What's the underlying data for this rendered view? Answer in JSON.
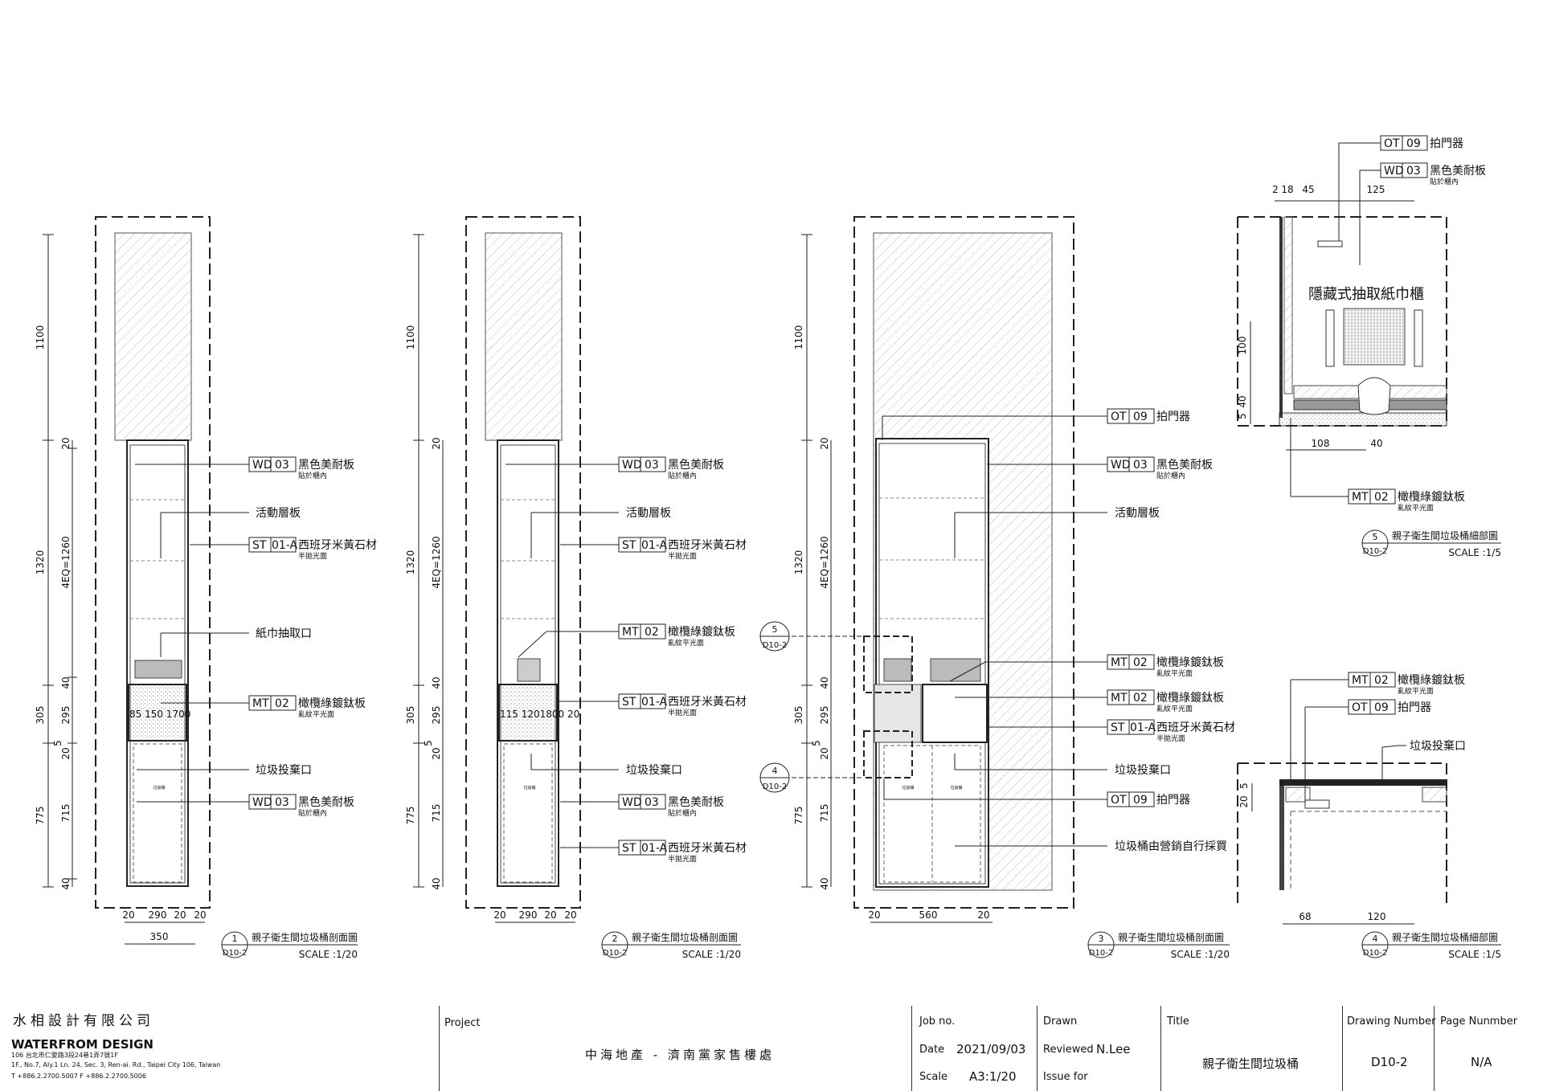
{
  "panels": [
    {
      "heights_outer": [
        "1100",
        "1320",
        "305",
        "775"
      ],
      "heights_inner": [
        "20",
        "4EQ=1260",
        "40",
        "295",
        "5",
        "20",
        "715",
        "40"
      ],
      "widths": [
        "20",
        "290",
        "20",
        "20"
      ],
      "total_width": "350",
      "inline_dims": "85  150 1700",
      "callouts": [
        {
          "code": "WD",
          "num": "03",
          "text": "黑色美耐板",
          "sub": "貼於櫃內"
        },
        {
          "text": "活動層板"
        },
        {
          "code": "ST",
          "num": "01-A",
          "text": "西班牙米黃石材",
          "sub": "半拋光面"
        },
        {
          "text": "紙巾抽取口"
        },
        {
          "code": "MT",
          "num": "02",
          "text": "橄欖綠鍍鈦板",
          "sub": "亂紋平光面"
        },
        {
          "text": "垃圾投棄口"
        },
        {
          "code": "WD",
          "num": "03",
          "text": "黑色美耐板",
          "sub": "貼於櫃內"
        }
      ],
      "label": {
        "num": "1",
        "sheet": "D10-2",
        "title": "親子衛生間垃圾桶剖面圖",
        "scale": "SCALE :1/20"
      }
    },
    {
      "heights_outer": [
        "1100",
        "1320",
        "305",
        "775"
      ],
      "heights_inner": [
        "20",
        "4EQ=1260",
        "40",
        "295",
        "5",
        "20",
        "715",
        "40"
      ],
      "widths": [
        "20",
        "290",
        "20",
        "20"
      ],
      "inline_dims": "115  1201800 20",
      "callouts": [
        {
          "code": "WD",
          "num": "03",
          "text": "黑色美耐板",
          "sub": "貼於櫃內"
        },
        {
          "text": "活動層板"
        },
        {
          "code": "ST",
          "num": "01-A",
          "text": "西班牙米黃石材",
          "sub": "半拋光面"
        },
        {
          "code": "MT",
          "num": "02",
          "text": "橄欖綠鍍鈦板",
          "sub": "亂紋平光面"
        },
        {
          "code": "ST",
          "num": "01-A",
          "text": "西班牙米黃石材",
          "sub": "半拋光面"
        },
        {
          "text": "垃圾投棄口"
        },
        {
          "code": "WD",
          "num": "03",
          "text": "黑色美耐板",
          "sub": "貼於櫃內"
        },
        {
          "code": "ST",
          "num": "01-A",
          "text": "西班牙米黃石材",
          "sub": "半拋光面"
        }
      ],
      "label": {
        "num": "2",
        "sheet": "D10-2",
        "title": "親子衛生間垃圾桶剖面圖",
        "scale": "SCALE :1/20"
      }
    },
    {
      "heights_outer": [
        "1100",
        "1320",
        "305",
        "775"
      ],
      "heights_inner": [
        "20",
        "4EQ=1260",
        "40",
        "295",
        "5",
        "20",
        "715",
        "40"
      ],
      "widths": [
        "20",
        "560",
        "20"
      ],
      "callouts": [
        {
          "code": "OT",
          "num": "09",
          "text": "拍門器"
        },
        {
          "code": "WD",
          "num": "03",
          "text": "黑色美耐板",
          "sub": "貼於櫃內"
        },
        {
          "text": "活動層板"
        },
        {
          "code": "MT",
          "num": "02",
          "text": "橄欖綠鍍鈦板",
          "sub": "亂紋平光面"
        },
        {
          "code": "MT",
          "num": "02",
          "text": "橄欖綠鍍鈦板",
          "sub": "亂紋平光面"
        },
        {
          "code": "ST",
          "num": "01-A",
          "text": "西班牙米黃石材",
          "sub": "半拋光面"
        },
        {
          "text": "垃圾投棄口"
        },
        {
          "code": "OT",
          "num": "09",
          "text": "拍門器"
        },
        {
          "text": "垃圾桶由營銷自行採買"
        }
      ],
      "detail_refs": [
        {
          "num": "5",
          "sheet": "D10-2"
        },
        {
          "num": "4",
          "sheet": "D10-2"
        }
      ],
      "label": {
        "num": "3",
        "sheet": "D10-2",
        "title": "親子衛生間垃圾桶剖面圖",
        "scale": "SCALE :1/20"
      }
    }
  ],
  "detail5": {
    "callouts": [
      {
        "code": "OT",
        "num": "09",
        "text": "拍門器"
      },
      {
        "code": "WD",
        "num": "03",
        "text": "黑色美耐板",
        "sub": "貼於櫃內"
      },
      {
        "code": "MT",
        "num": "02",
        "text": "橄欖綠鍍鈦板",
        "sub": "亂紋平光面"
      }
    ],
    "top_dims": [
      "2",
      "18",
      "45",
      "125"
    ],
    "side_dims": [
      "100",
      "5",
      "40"
    ],
    "bottom_dims": [
      "108",
      "40"
    ],
    "center_text": "隱藏式抽取紙巾櫃",
    "label": {
      "num": "5",
      "sheet": "D10-2",
      "title": "親子衛生間垃圾桶細部圖",
      "scale": "SCALE :1/5"
    }
  },
  "detail4": {
    "callouts": [
      {
        "code": "MT",
        "num": "02",
        "text": "橄欖綠鍍鈦板",
        "sub": "亂紋平光面"
      },
      {
        "code": "OT",
        "num": "09",
        "text": "拍門器"
      },
      {
        "text": "垃圾投棄口"
      }
    ],
    "side_dims": [
      "5",
      "20"
    ],
    "bottom_dims": [
      "68",
      "120"
    ],
    "label": {
      "num": "4",
      "sheet": "D10-2",
      "title": "親子衛生間垃圾桶細部圖",
      "scale": "SCALE :1/5"
    }
  },
  "title_block": {
    "company_cn": "水相設計有限公司",
    "company_en": "WATERFROM DESIGN",
    "address_cn": "106 台北市仁愛路3段24巷1弄7號1F",
    "address_en": "1F., No.7, Aly.1 Ln. 24, Sec. 3, Ren-ai. Rd., Taipei City 106, Taiwan",
    "phone": "T +886.2.2700.5007  F +886.2.2700.5006",
    "project_label": "Project",
    "project_name": "中海地產 - 濟南黨家售樓處",
    "job_label": "Job no.",
    "date_label": "Date",
    "date_value": "2021/09/03",
    "scale_label": "Scale",
    "scale_value": "A3:1/20",
    "drawn_label": "Drawn",
    "reviewed_label": "Reviewed",
    "reviewed_value": "N.Lee",
    "issue_label": "Issue for",
    "title_label": "Title",
    "title_value": "親子衛生間垃圾桶",
    "drawing_number_label": "Drawing Number",
    "drawing_number_value": "D10-2",
    "page_number_label": "Page Nunmber",
    "page_number_value": "N/A"
  }
}
